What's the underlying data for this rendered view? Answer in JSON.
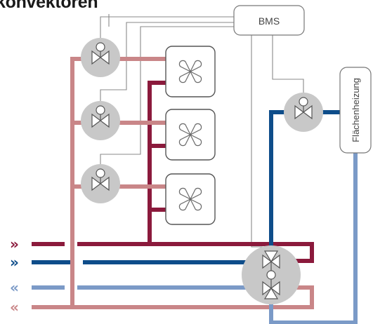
{
  "title": "konvektoren",
  "bms_label": "BMS",
  "floor_heating_label": "Flächenheizung",
  "arrows": {
    "supply_red": "»",
    "supply_blue": "»",
    "return_blue": "«",
    "return_red": "«"
  },
  "colors": {
    "red_supply": "#8b1a3c",
    "red_return": "#c98688",
    "blue_supply": "#0e4d8a",
    "blue_return": "#7b9ac7",
    "valve_gray": "#c8c8c8",
    "control_line": "#8a8a8a"
  }
}
